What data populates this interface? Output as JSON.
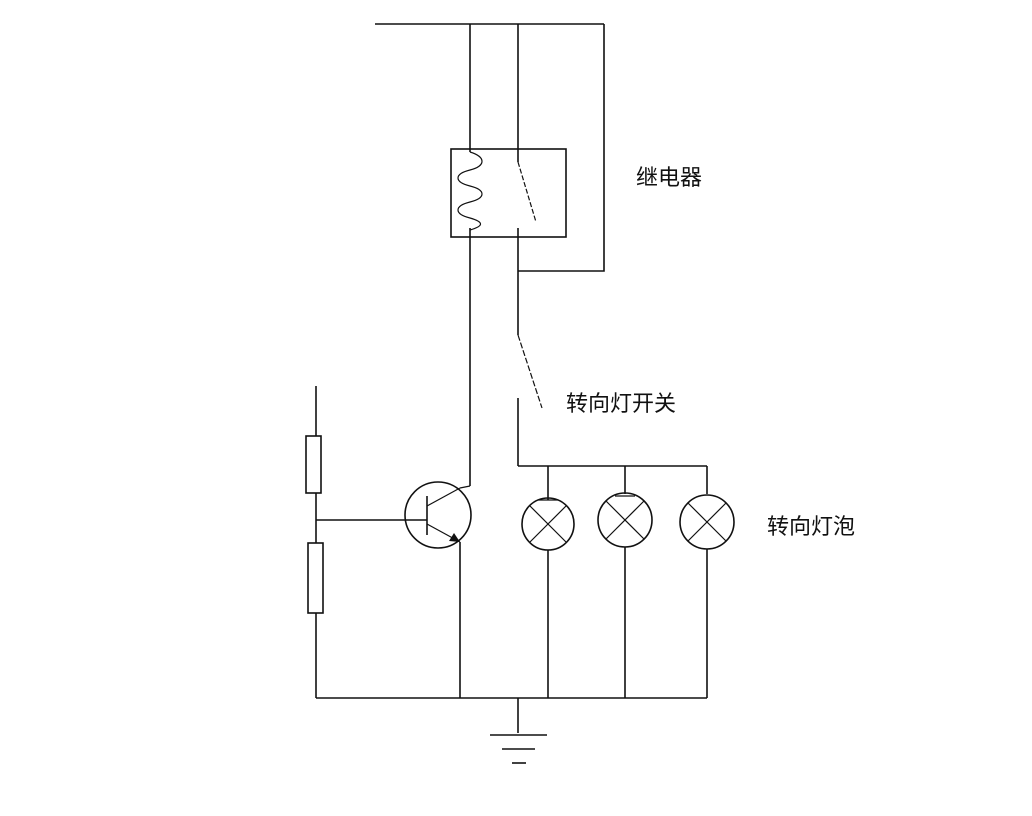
{
  "labels": {
    "relay": "继电器",
    "turn_switch": "转向灯开关",
    "turn_bulbs": "转向灯泡"
  },
  "components": {
    "relay": "relay-with-coil-and-contact",
    "switch": "turn-signal-switch",
    "transistor": "npn-transistor",
    "resistors": 2,
    "lamps": 3,
    "ground": "ground-symbol"
  }
}
